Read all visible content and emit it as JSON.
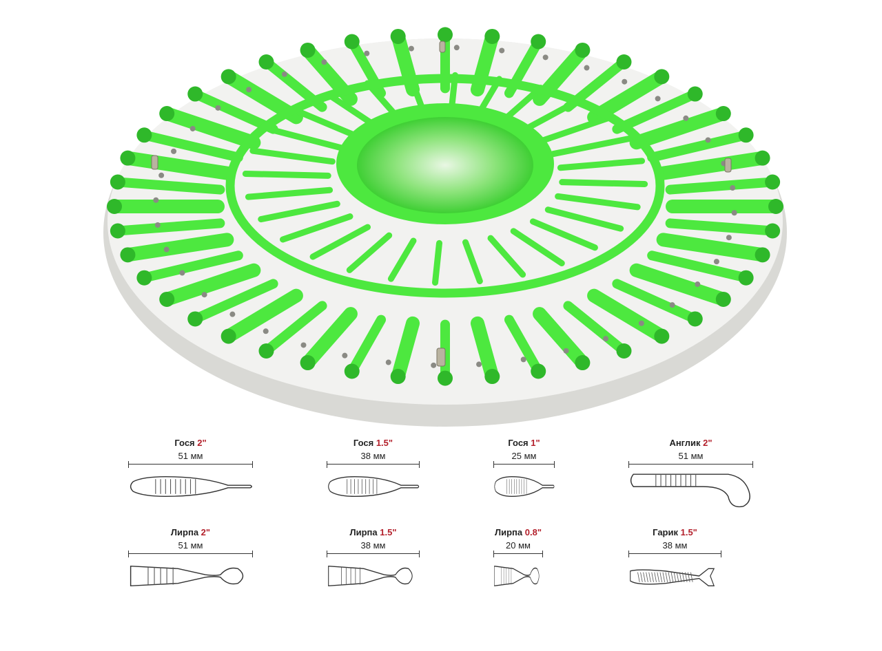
{
  "photo": {
    "subject": "mold-with-green-lures",
    "colors": {
      "lure": "#4de83f",
      "lure_shadow": "#2fb82a",
      "plate": "#f1f1ef",
      "plate_edge": "#d8d8d4"
    }
  },
  "specs": [
    {
      "id": "gosya-2",
      "name": "Гося",
      "size": "2\"",
      "length": "51 мм",
      "type": "gosya",
      "scale": 1.0
    },
    {
      "id": "gosya-15",
      "name": "Гося",
      "size": "1.5\"",
      "length": "38 мм",
      "type": "gosya",
      "scale": 0.75
    },
    {
      "id": "gosya-1",
      "name": "Гося",
      "size": "1\"",
      "length": "25 мм",
      "type": "gosya",
      "scale": 0.49
    },
    {
      "id": "anglik-2",
      "name": "Англик",
      "size": "2\"",
      "length": "51 мм",
      "type": "anglik",
      "scale": 1.0
    },
    {
      "id": "lirpa-2",
      "name": "Лирпа",
      "size": "2\"",
      "length": "51 мм",
      "type": "lirpa",
      "scale": 1.0
    },
    {
      "id": "lirpa-15",
      "name": "Лирпа",
      "size": "1.5\"",
      "length": "38 мм",
      "type": "lirpa",
      "scale": 0.75
    },
    {
      "id": "lirpa-08",
      "name": "Лирпа",
      "size": "0.8\"",
      "length": "20 мм",
      "type": "lirpa",
      "scale": 0.4
    },
    {
      "id": "garik-15",
      "name": "Гарик",
      "size": "1.5\"",
      "length": "38 мм",
      "type": "garik",
      "scale": 0.75
    }
  ],
  "accent_color": "#b3202b"
}
